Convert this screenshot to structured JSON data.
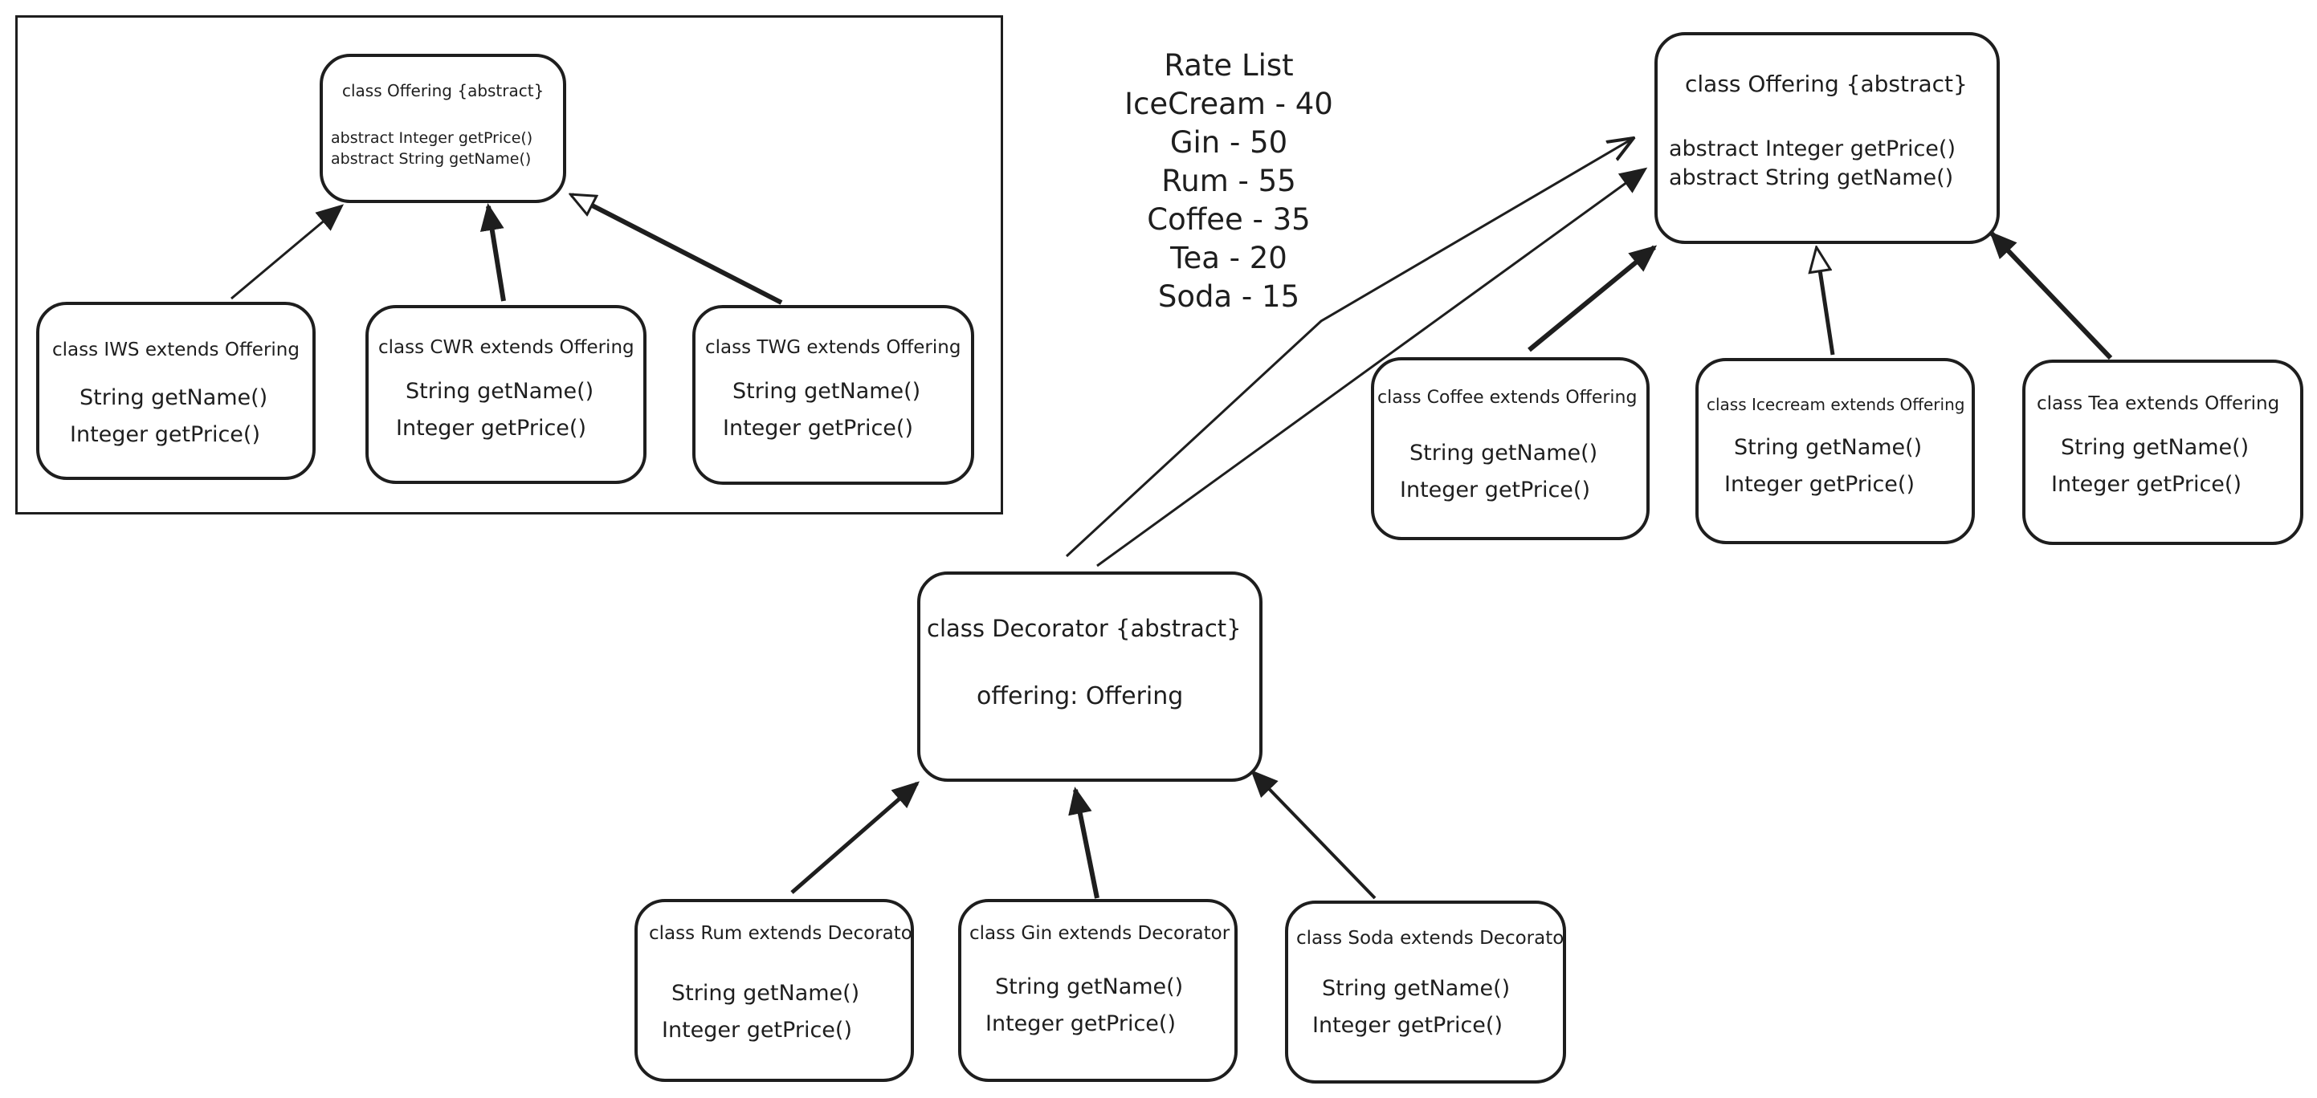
{
  "rate_list": {
    "title": "Rate List",
    "items": [
      "IceCream - 40",
      "Gin - 50",
      "Rum - 55",
      "Coffee - 35",
      "Tea - 20",
      "Soda - 15"
    ]
  },
  "left_frame": {
    "offering": {
      "title": "class Offering {abstract}",
      "lines": [
        "abstract Integer getPrice()",
        "abstract String getName()"
      ]
    },
    "iws": {
      "title": "class IWS extends Offering",
      "lines": [
        "String getName()",
        "Integer getPrice()"
      ]
    },
    "cwr": {
      "title": "class CWR extends Offering",
      "lines": [
        "String getName()",
        "Integer getPrice()"
      ]
    },
    "twg": {
      "title": "class TWG extends Offering",
      "lines": [
        "String getName()",
        "Integer getPrice()"
      ]
    }
  },
  "right_offering": {
    "title": "class Offering {abstract}",
    "lines": [
      "abstract Integer getPrice()",
      "abstract String getName()"
    ]
  },
  "coffee": {
    "title": "class Coffee extends Offering",
    "lines": [
      "String getName()",
      "Integer getPrice()"
    ]
  },
  "icecream": {
    "title": "class Icecream extends Offering",
    "lines": [
      "String getName()",
      "Integer getPrice()"
    ]
  },
  "tea": {
    "title": "class Tea extends Offering",
    "lines": [
      "String getName()",
      "Integer getPrice()"
    ]
  },
  "decorator": {
    "title": "class Decorator {abstract}",
    "field": "offering: Offering"
  },
  "rum": {
    "title": "class Rum extends Decorator",
    "lines": [
      "String getName()",
      "Integer getPrice()"
    ]
  },
  "gin": {
    "title": "class Gin extends Decorator",
    "lines": [
      "String getName()",
      "Integer getPrice()"
    ]
  },
  "soda": {
    "title": "class Soda extends Decorator",
    "lines": [
      "String getName()",
      "Integer getPrice()"
    ]
  },
  "colors": {
    "stroke": "#1e1e1e",
    "background": "#ffffff"
  }
}
